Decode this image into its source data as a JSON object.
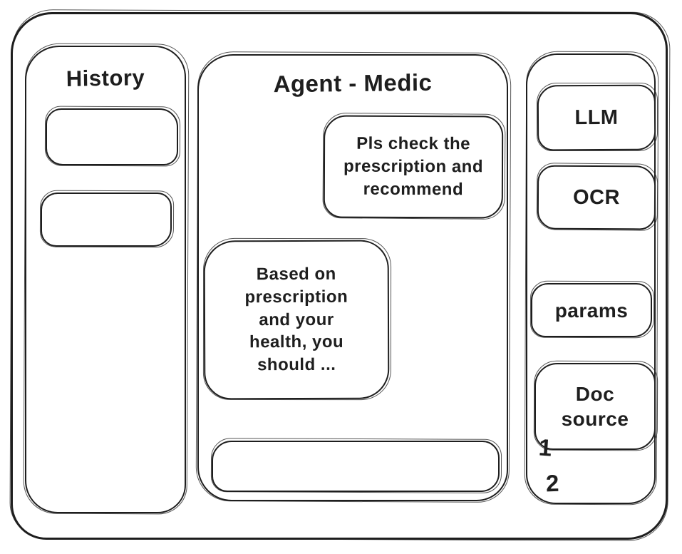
{
  "app": {
    "ink_color": "#1e1e1e",
    "background_color": "#ffffff"
  },
  "history_panel": {
    "title": "History",
    "items": [
      {
        "label": ""
      },
      {
        "label": ""
      }
    ]
  },
  "chat_panel": {
    "title": "Agent - Medic",
    "messages": [
      {
        "role": "user",
        "text": "Pls check the prescription and recommend"
      },
      {
        "role": "assistant",
        "text": "Based on prescription and your health, you should ..."
      }
    ],
    "input": {
      "value": "",
      "placeholder": ""
    }
  },
  "tools_panel": {
    "items": [
      {
        "label": "LLM"
      },
      {
        "label": "OCR"
      },
      {
        "label": "params"
      },
      {
        "label": "Doc source"
      }
    ],
    "annotations": [
      "1",
      "2"
    ]
  }
}
